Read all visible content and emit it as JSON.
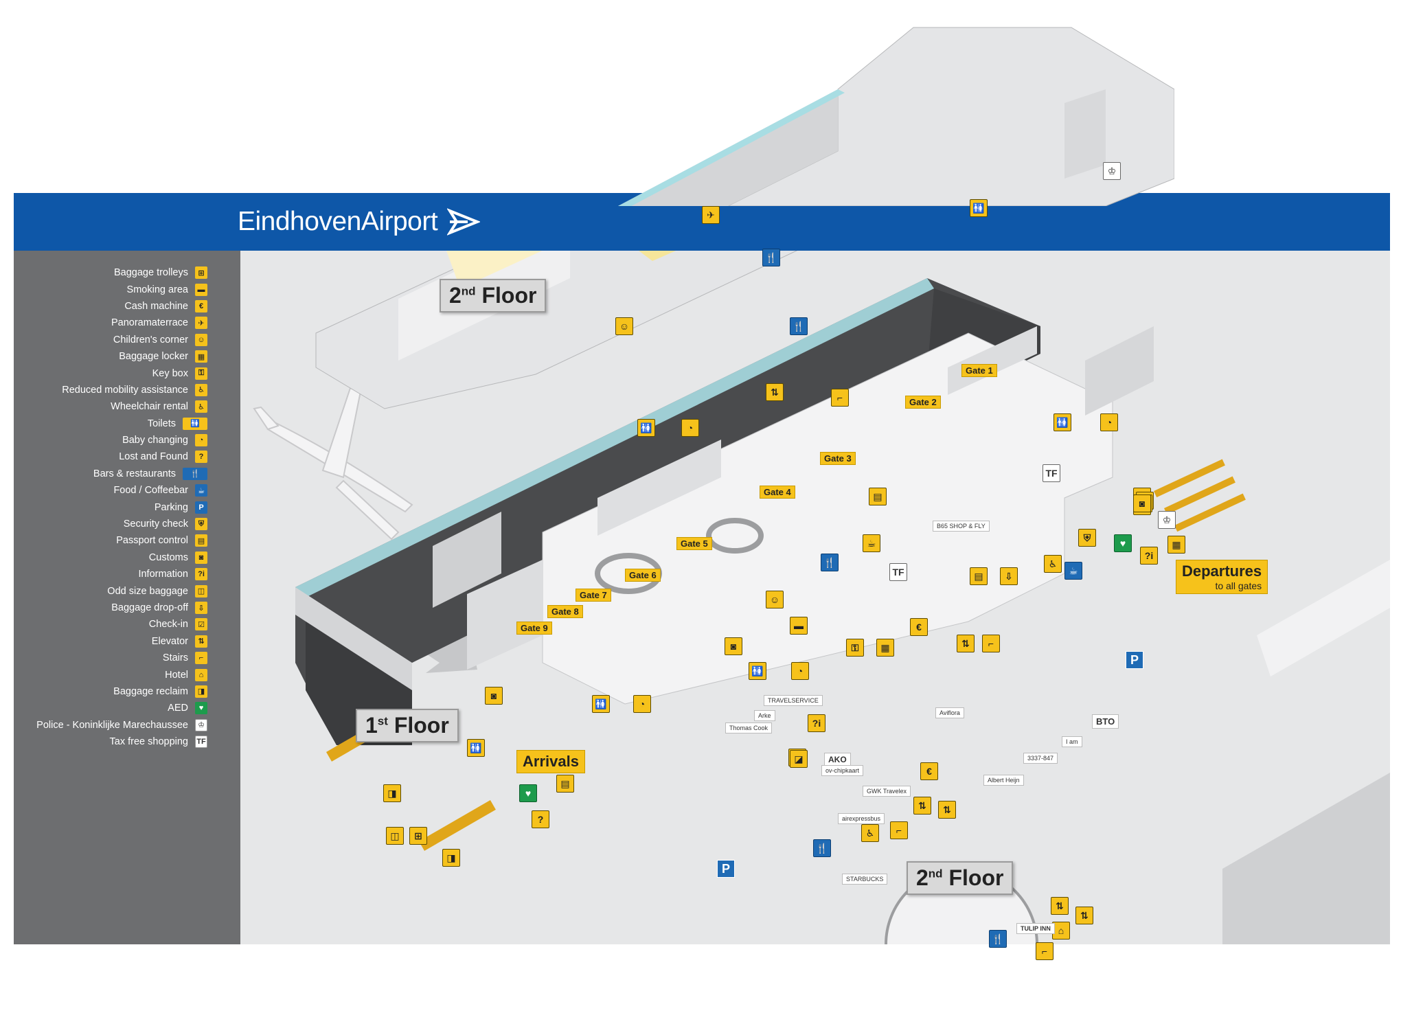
{
  "brand": {
    "name": "EindhovenAirport",
    "color": "#0e57a8"
  },
  "legend": [
    {
      "label": "Baggage trolleys",
      "icon": "baggage-trolley-icon",
      "sym": "⊞",
      "style": ""
    },
    {
      "label": "Smoking area",
      "icon": "smoking-icon",
      "sym": "▬",
      "style": ""
    },
    {
      "label": "Cash machine",
      "icon": "cash-machine-icon",
      "sym": "€",
      "style": ""
    },
    {
      "label": "Panoramaterrace",
      "icon": "panorama-icon",
      "sym": "✈",
      "style": ""
    },
    {
      "label": "Children's corner",
      "icon": "children-icon",
      "sym": "☺",
      "style": ""
    },
    {
      "label": "Baggage locker",
      "icon": "baggage-locker-icon",
      "sym": "▦",
      "style": ""
    },
    {
      "label": "Key box",
      "icon": "key-box-icon",
      "sym": "⚿",
      "style": ""
    },
    {
      "label": "Reduced mobility assistance",
      "icon": "reduced-mobility-icon",
      "sym": "♿",
      "style": ""
    },
    {
      "label": "Wheelchair rental",
      "icon": "wheelchair-rental-icon",
      "sym": "♿",
      "style": ""
    },
    {
      "label": "Toilets",
      "icon": "toilets-icon",
      "sym": "🚻",
      "style": "pair"
    },
    {
      "label": "Baby changing",
      "icon": "baby-changing-icon",
      "sym": "◔",
      "style": ""
    },
    {
      "label": "Lost and Found",
      "icon": "lost-found-icon",
      "sym": "?",
      "style": ""
    },
    {
      "label": "Bars & restaurants",
      "icon": "restaurant-icon",
      "sym": "🍴",
      "style": "blue pair"
    },
    {
      "label": "Food / Coffeebar",
      "icon": "coffee-icon",
      "sym": "☕",
      "style": "blue"
    },
    {
      "label": "Parking",
      "icon": "parking-icon",
      "sym": "P",
      "style": "blue"
    },
    {
      "label": "Security check",
      "icon": "security-icon",
      "sym": "⛨",
      "style": ""
    },
    {
      "label": "Passport control",
      "icon": "passport-icon",
      "sym": "▤",
      "style": ""
    },
    {
      "label": "Customs",
      "icon": "customs-icon",
      "sym": "◙",
      "style": ""
    },
    {
      "label": "Information",
      "icon": "information-icon",
      "sym": "?i",
      "style": ""
    },
    {
      "label": "Odd size baggage",
      "icon": "odd-baggage-icon",
      "sym": "◫",
      "style": ""
    },
    {
      "label": "Baggage drop-off",
      "icon": "baggage-drop-icon",
      "sym": "⇩",
      "style": ""
    },
    {
      "label": "Check-in",
      "icon": "check-in-icon",
      "sym": "☑",
      "style": ""
    },
    {
      "label": "Elevator",
      "icon": "elevator-icon",
      "sym": "⇅",
      "style": ""
    },
    {
      "label": "Stairs",
      "icon": "stairs-icon",
      "sym": "⌐",
      "style": ""
    },
    {
      "label": "Hotel",
      "icon": "hotel-icon",
      "sym": "⌂",
      "style": ""
    },
    {
      "label": "Baggage reclaim",
      "icon": "baggage-reclaim-icon",
      "sym": "◨",
      "style": ""
    },
    {
      "label": "AED",
      "icon": "aed-icon",
      "sym": "♥",
      "style": "green"
    },
    {
      "label": "Police - Koninklijke Marechaussee",
      "icon": "police-icon",
      "sym": "♔",
      "style": "white"
    },
    {
      "label": "Tax free shopping",
      "icon": "tax-free-icon",
      "sym": "TF",
      "style": "white"
    }
  ],
  "floors": {
    "second": {
      "main": "2",
      "sup": "nd",
      "word": "Floor"
    },
    "first": {
      "main": "1",
      "sup": "st",
      "word": "Floor"
    },
    "second_inset": {
      "main": "2",
      "sup": "nd",
      "word": "Floor"
    }
  },
  "gates": [
    "Gate 1",
    "Gate 2",
    "Gate 3",
    "Gate 4",
    "Gate 5",
    "Gate 6",
    "Gate 7",
    "Gate 8",
    "Gate 9"
  ],
  "zones": {
    "arrivals": "Arrivals",
    "departures": "Departures",
    "departures_sub": "to all gates"
  },
  "shops": {
    "b65": "B65 SHOP & FLY",
    "aviflora": "Aviflora",
    "bto": "BTO",
    "akk": "AKO",
    "ovchip": "ov-chipkaart",
    "travelservice": "TRAVELSERVICE",
    "arke": "Arke",
    "thomascook": "Thomas Cook",
    "albertheijn": "Albert Heijn",
    "iam": "I am",
    "tulip": "TULIP INN",
    "starbucks": "STARBUCKS",
    "airexpress": "airexpressbus",
    "gwk": "GWK Travelex"
  },
  "colors": {
    "accent": "#f6c21b",
    "floor_dark": "#3d3e40",
    "wall": "#d4d5d7",
    "glass": "#bfe7ea"
  }
}
